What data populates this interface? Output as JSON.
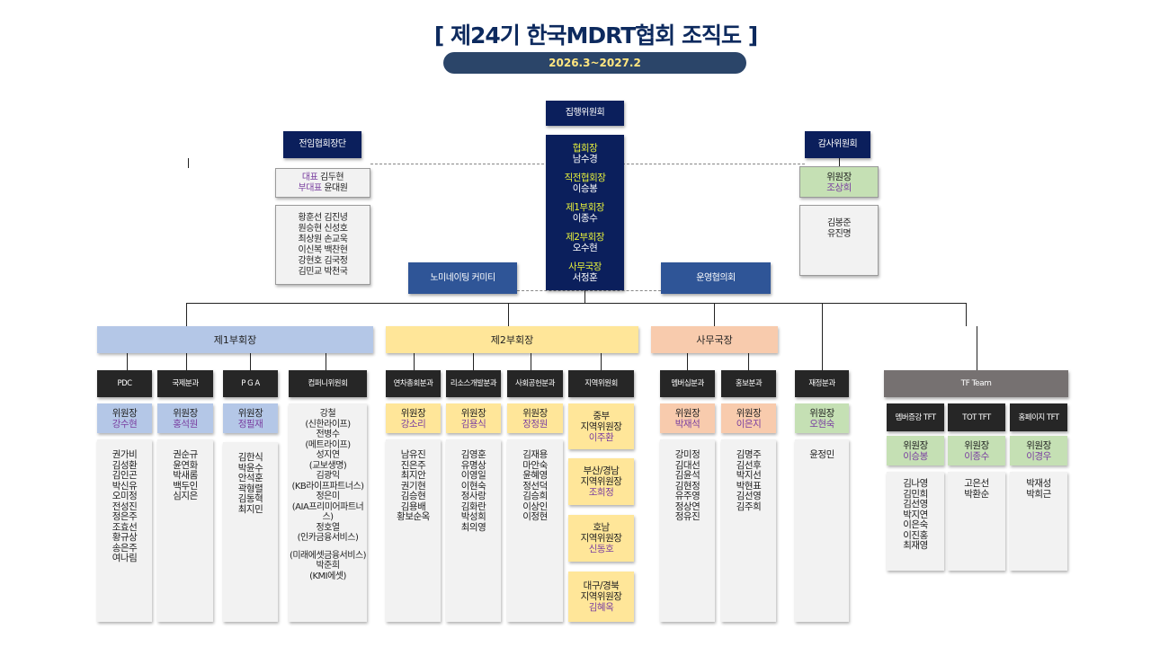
{
  "title": "[ 제24기 한국MDRT협회 조직도 ]",
  "period": "2026.3~2027.2",
  "executive": {
    "label": "집행위원회",
    "members": [
      {
        "role": "협회장",
        "name": "남수경"
      },
      {
        "role": "직전협회장",
        "name": "이승봉"
      },
      {
        "role": "제1부회장",
        "name": "이종수"
      },
      {
        "role": "제2부회장",
        "name": "오수현"
      },
      {
        "role": "사무국장",
        "name": "서정훈"
      }
    ]
  },
  "former_presidents": {
    "label": "전임협회장단",
    "rep_label": "대표",
    "rep": "김두현",
    "vice_label": "부대표",
    "vice": "윤대원",
    "members": [
      "황훈선 김진녕",
      "원승현 신성호",
      "최상원 손교욱",
      "이신복 백찬현",
      "강현호 김국정",
      "김민교 박천국"
    ]
  },
  "audit": {
    "label": "감사위원회",
    "chair_label": "위원장",
    "chair": "조상희",
    "members": [
      "김봉준",
      "유진명"
    ]
  },
  "nominating": "노미네이팅 커미티",
  "operations": "운영협의회",
  "groups": [
    {
      "label": "제1부회장"
    },
    {
      "label": "제2부회장"
    },
    {
      "label": "사무국장"
    }
  ],
  "departments": [
    {
      "name": "PDC",
      "chair_label": "위원장",
      "chair": "강수현",
      "members": [
        "권가비",
        "김성환",
        "김인곤",
        "박신유",
        "오미정",
        "전성진",
        "정은주",
        "조효선",
        "황규상",
        "송은주",
        "여나림"
      ]
    },
    {
      "name": "국제분과",
      "chair_label": "위원장",
      "chair": "홍석원",
      "members": [
        "권순규",
        "윤연화",
        "박새롬",
        "백두인",
        "심지은"
      ]
    },
    {
      "name": "P G A",
      "chair_label": "위원장",
      "chair": "정필재",
      "members": [
        "김한식",
        "박윤수",
        "안석훈",
        "곽형렬",
        "김동혁",
        "최지민"
      ]
    },
    {
      "name": "연차총회분과",
      "chair_label": "위원장",
      "chair": "강소리",
      "members": [
        "남유진",
        "진은주",
        "최지안",
        "권기현",
        "김승현",
        "김용배",
        "황보순옥"
      ]
    },
    {
      "name": "리소스개발분과",
      "chair_label": "위원장",
      "chair": "김용식",
      "members": [
        "김영훈",
        "유명상",
        "이영일",
        "이현숙",
        "정사랑",
        "김화란",
        "박성희",
        "최의영"
      ]
    },
    {
      "name": "사회공헌분과",
      "chair_label": "위원장",
      "chair": "장정원",
      "members": [
        "김재용",
        "마안숙",
        "윤혜영",
        "정선덕",
        "김승희",
        "이상인",
        "이정현"
      ]
    },
    {
      "name": "멤버십분과",
      "chair_label": "위원장",
      "chair": "박재석",
      "members": [
        "강미정",
        "김대선",
        "김윤석",
        "김현정",
        "유주영",
        "정상연",
        "정유진"
      ]
    },
    {
      "name": "홍보분과",
      "chair_label": "위원장",
      "chair": "이은지",
      "members": [
        "김명주",
        "김선후",
        "박지선",
        "박현표",
        "김선영",
        "김주희"
      ]
    },
    {
      "name": "재정분과",
      "chair_label": "위원장",
      "chair": "오현숙",
      "members": [
        "윤정민"
      ]
    }
  ],
  "company": {
    "name": "컴퍼니위원회",
    "members": [
      "강철",
      "(신한라이프)",
      "전병수",
      "(메트라이프)",
      "성지연",
      "(교보생명)",
      "김광익",
      "(KB라이프파트너스)",
      "정은미",
      "(AIA프리미어파트너스)",
      "정호열",
      "(인카금융서비스)",
      "",
      "(미래에셋금융서비스)",
      "박준희",
      "(KMI에셋)"
    ]
  },
  "regional": {
    "name": "지역위원회",
    "regions": [
      {
        "region": "중부",
        "title": "지역위원장",
        "name": "이주환"
      },
      {
        "region": "부산/경남",
        "title": "지역위원장",
        "name": "조희정"
      },
      {
        "region": "호남",
        "title": "지역위원장",
        "name": "신동호"
      },
      {
        "region": "대구/경북",
        "title": "지역위원장",
        "name": "김혜옥"
      }
    ]
  },
  "tf": {
    "label": "TF Team",
    "teams": [
      {
        "name": "멤버증강 TFT",
        "chair_label": "위원장",
        "chair": "이승봉",
        "members": [
          "김나영",
          "김민희",
          "김선영",
          "박지연",
          "이은숙",
          "이진홍",
          "최재영"
        ]
      },
      {
        "name": "TOT TFT",
        "chair_label": "위원장",
        "chair": "이종수",
        "members": [
          "고은선",
          "박환순"
        ]
      },
      {
        "name": "홈페이지 TFT",
        "chair_label": "위원장",
        "chair": "이경우",
        "members": [
          "박재성",
          "박희근"
        ]
      }
    ]
  }
}
